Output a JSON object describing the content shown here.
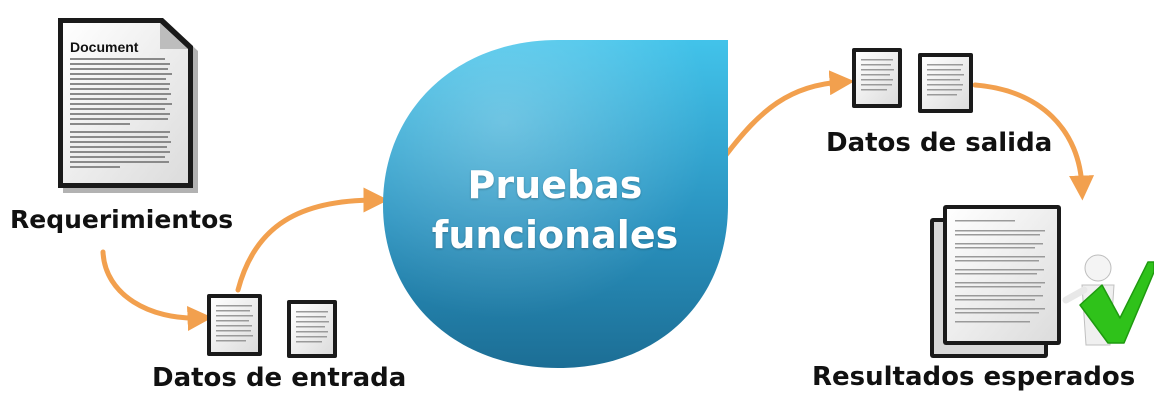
{
  "center": {
    "line1": "Pruebas",
    "line2": "funcionales"
  },
  "labels": {
    "requirements": "Requerimientos",
    "input": "Datos de entrada",
    "output": "Datos de salida",
    "expected": "Resultados esperados"
  },
  "document": {
    "title": "Document"
  },
  "colors": {
    "drop_top": "#3bbde6",
    "drop_bottom": "#1a6f96",
    "arrow": "#f2a04e",
    "check": "#2fc21a",
    "text": "#111111"
  }
}
